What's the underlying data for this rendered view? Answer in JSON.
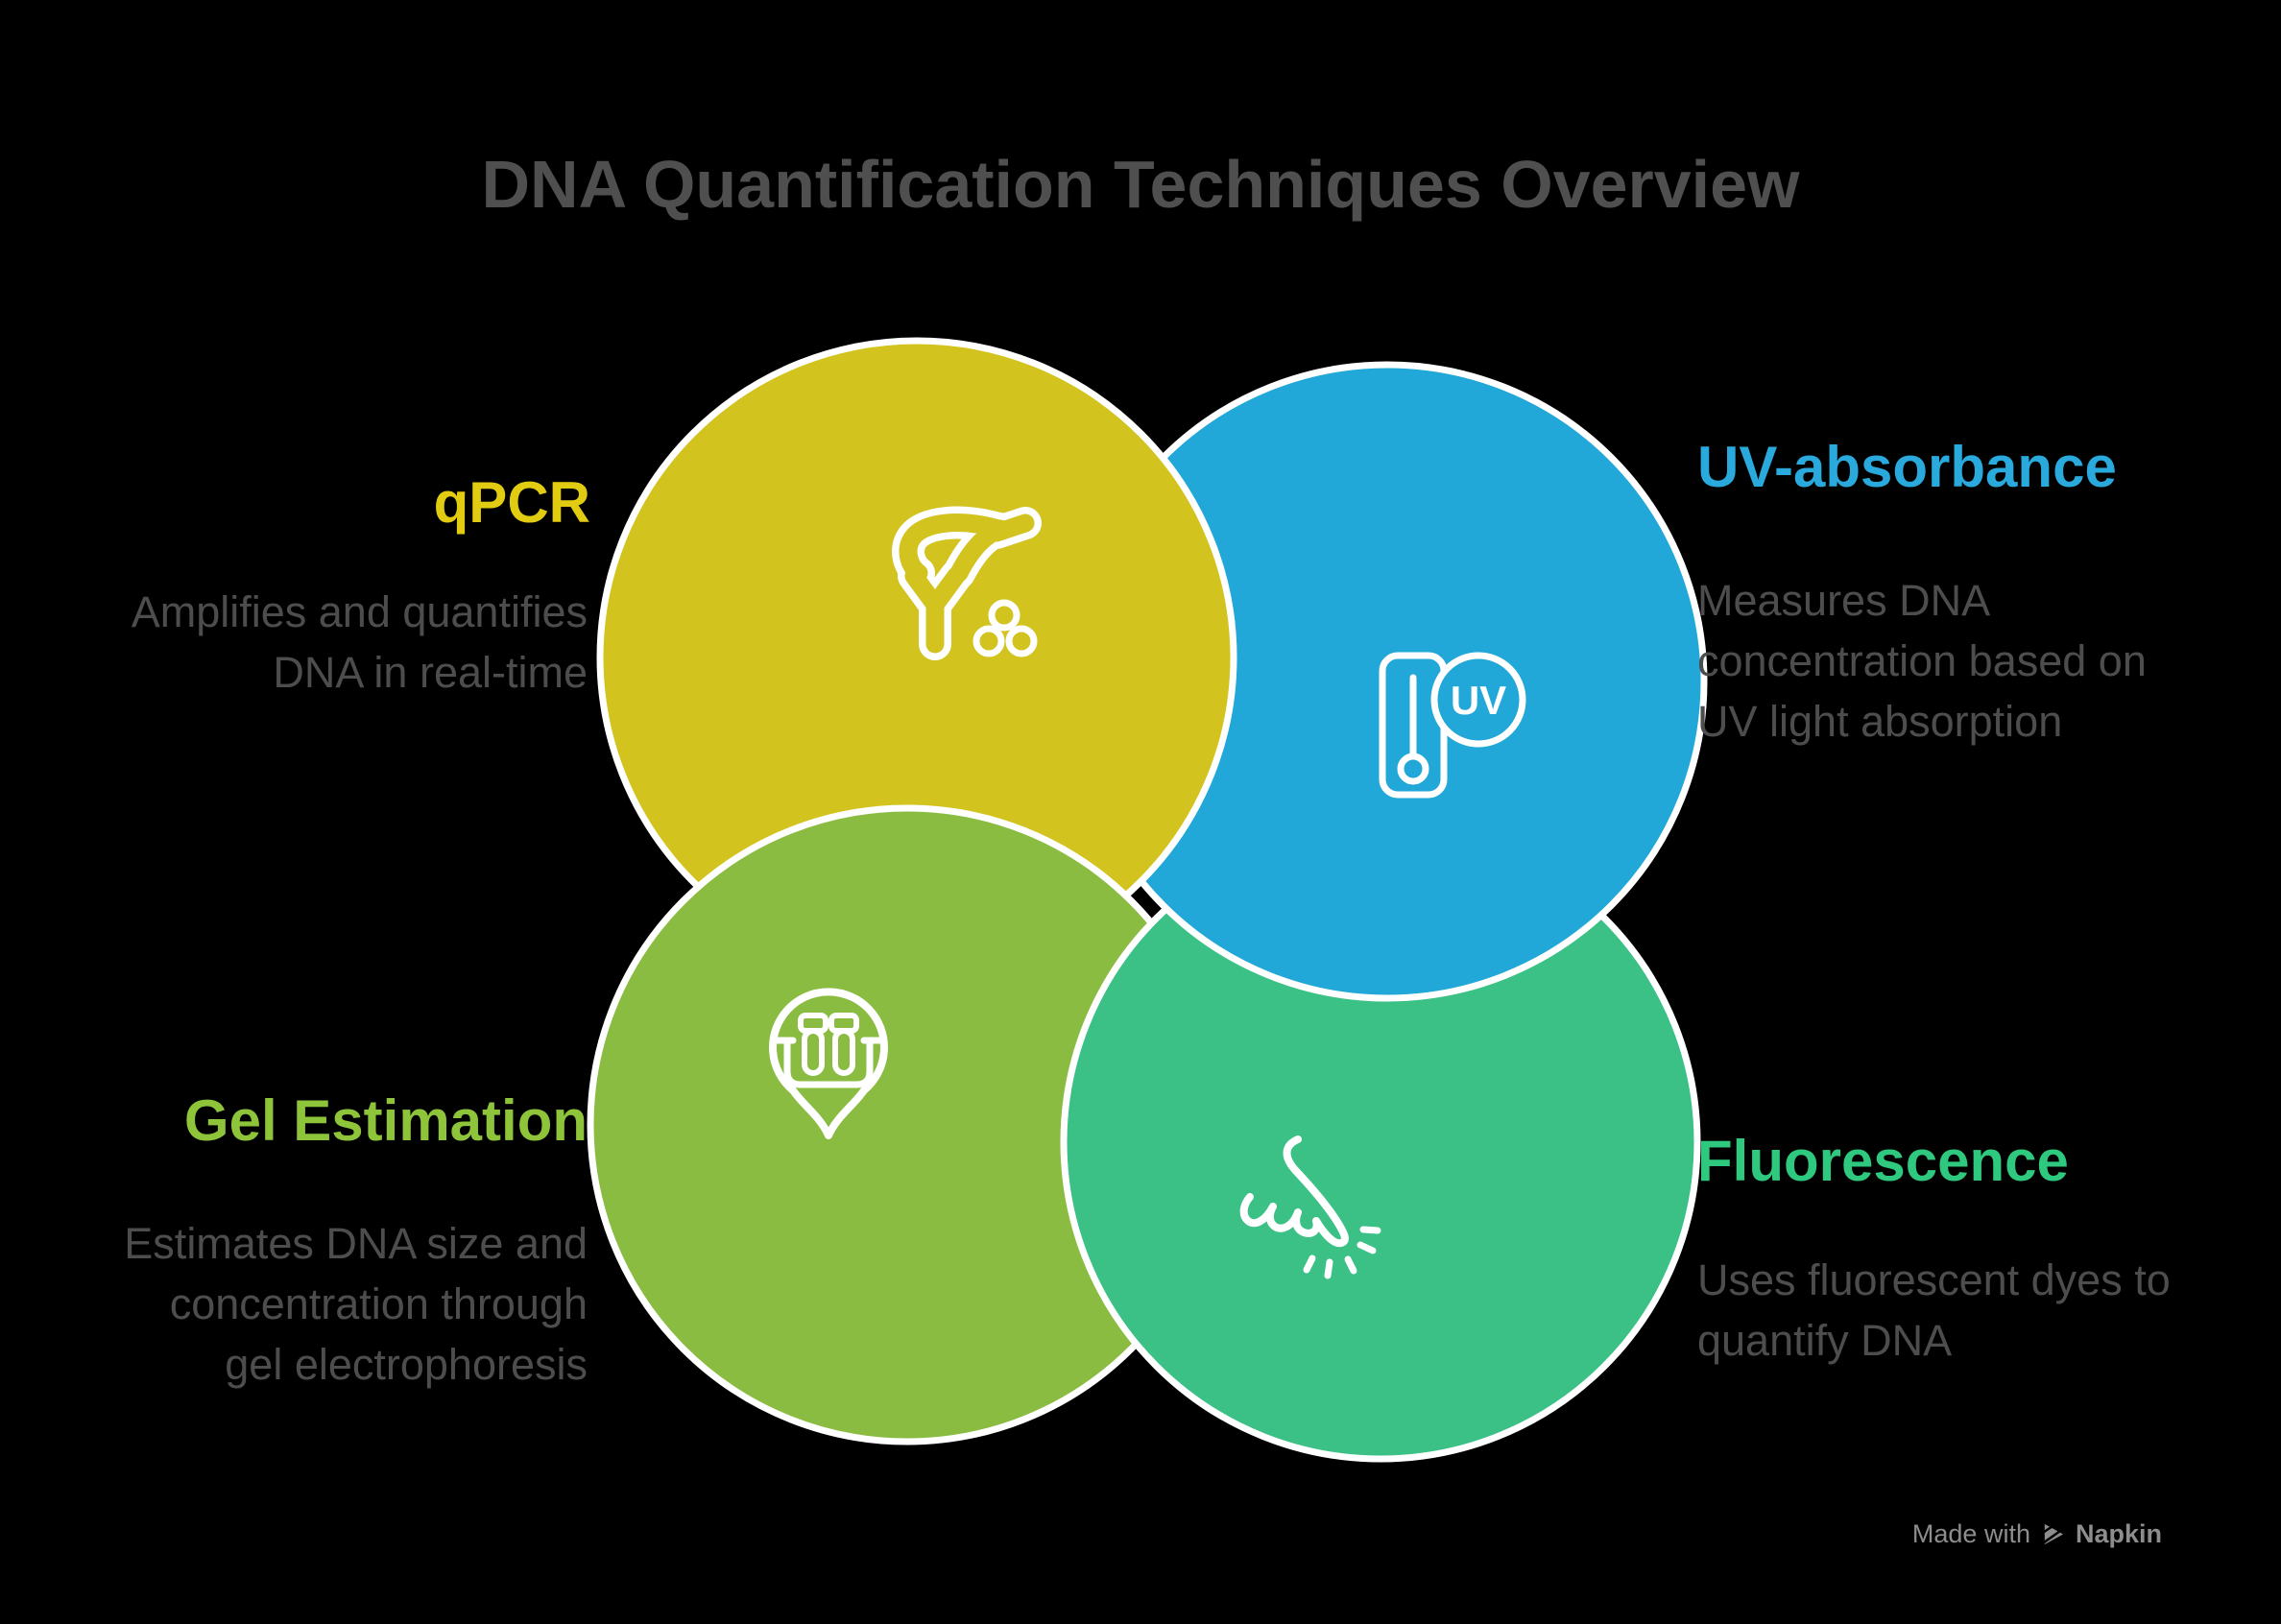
{
  "title": "DNA Quantification Techniques Overview",
  "sections": [
    {
      "id": "qpcr",
      "label": "qPCR",
      "desc_lines": [
        "Amplifies and quantifies",
        "DNA in real-time"
      ],
      "label_color": "#e2cc12",
      "circle_color": "#d2c31e",
      "icon": "pcr-y-connector-molecules-icon"
    },
    {
      "id": "uv-absorbance",
      "label": "UV-absorbance",
      "desc_lines": [
        "Measures DNA",
        "concentration based on",
        "UV light absorption"
      ],
      "label_color": "#29a9dc",
      "circle_color": "#21a7d8",
      "icon": "uv-meter-icon",
      "icon_badge": "UV"
    },
    {
      "id": "gel-estimation",
      "label": "Gel Estimation",
      "desc_lines": [
        "Estimates DNA size and",
        "concentration through",
        "gel electrophoresis"
      ],
      "label_color": "#8ec439",
      "circle_color": "#8abc41",
      "icon": "test-tube-rack-pin-icon"
    },
    {
      "id": "fluorescence",
      "label": "Fluorescence",
      "desc_lines": [
        "Uses fluorescent dyes to",
        "quantify DNA"
      ],
      "label_color": "#2ec87e",
      "circle_color": "#3bc186",
      "icon": "touch-spark-icon"
    }
  ],
  "footer": {
    "made_with": "Made with",
    "brand": "Napkin"
  },
  "canvas": {
    "background": "#000000",
    "ring_stroke": "#ffffff"
  }
}
